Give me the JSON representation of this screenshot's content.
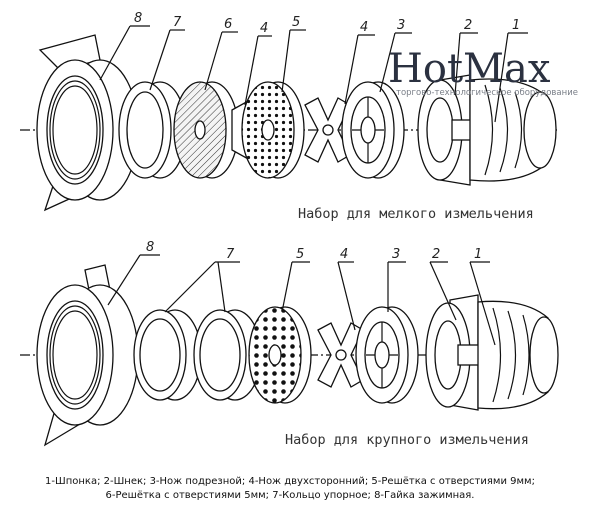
{
  "logo": {
    "main": "HotMax",
    "sub": "торгово-технологическое оборудование"
  },
  "sets": [
    {
      "caption": "Набор для мелкого измельчения",
      "labels": [
        "8",
        "7",
        "6",
        "5",
        "4",
        "3",
        "2",
        "1"
      ]
    },
    {
      "caption": "Набор для крупного измельчения",
      "labels": [
        "8",
        "7",
        "5",
        "4",
        "3",
        "2",
        "1"
      ]
    }
  ],
  "legend": {
    "line1": "1-Шпонка; 2-Шнек; 3-Нож подрезной; 4-Нож двухсторонний; 5-Решётка с отверстиями 9мм;",
    "line2": "6-Решётка с отверстиями 5мм; 7-Кольцо упорное; 8-Гайка зажимная."
  }
}
